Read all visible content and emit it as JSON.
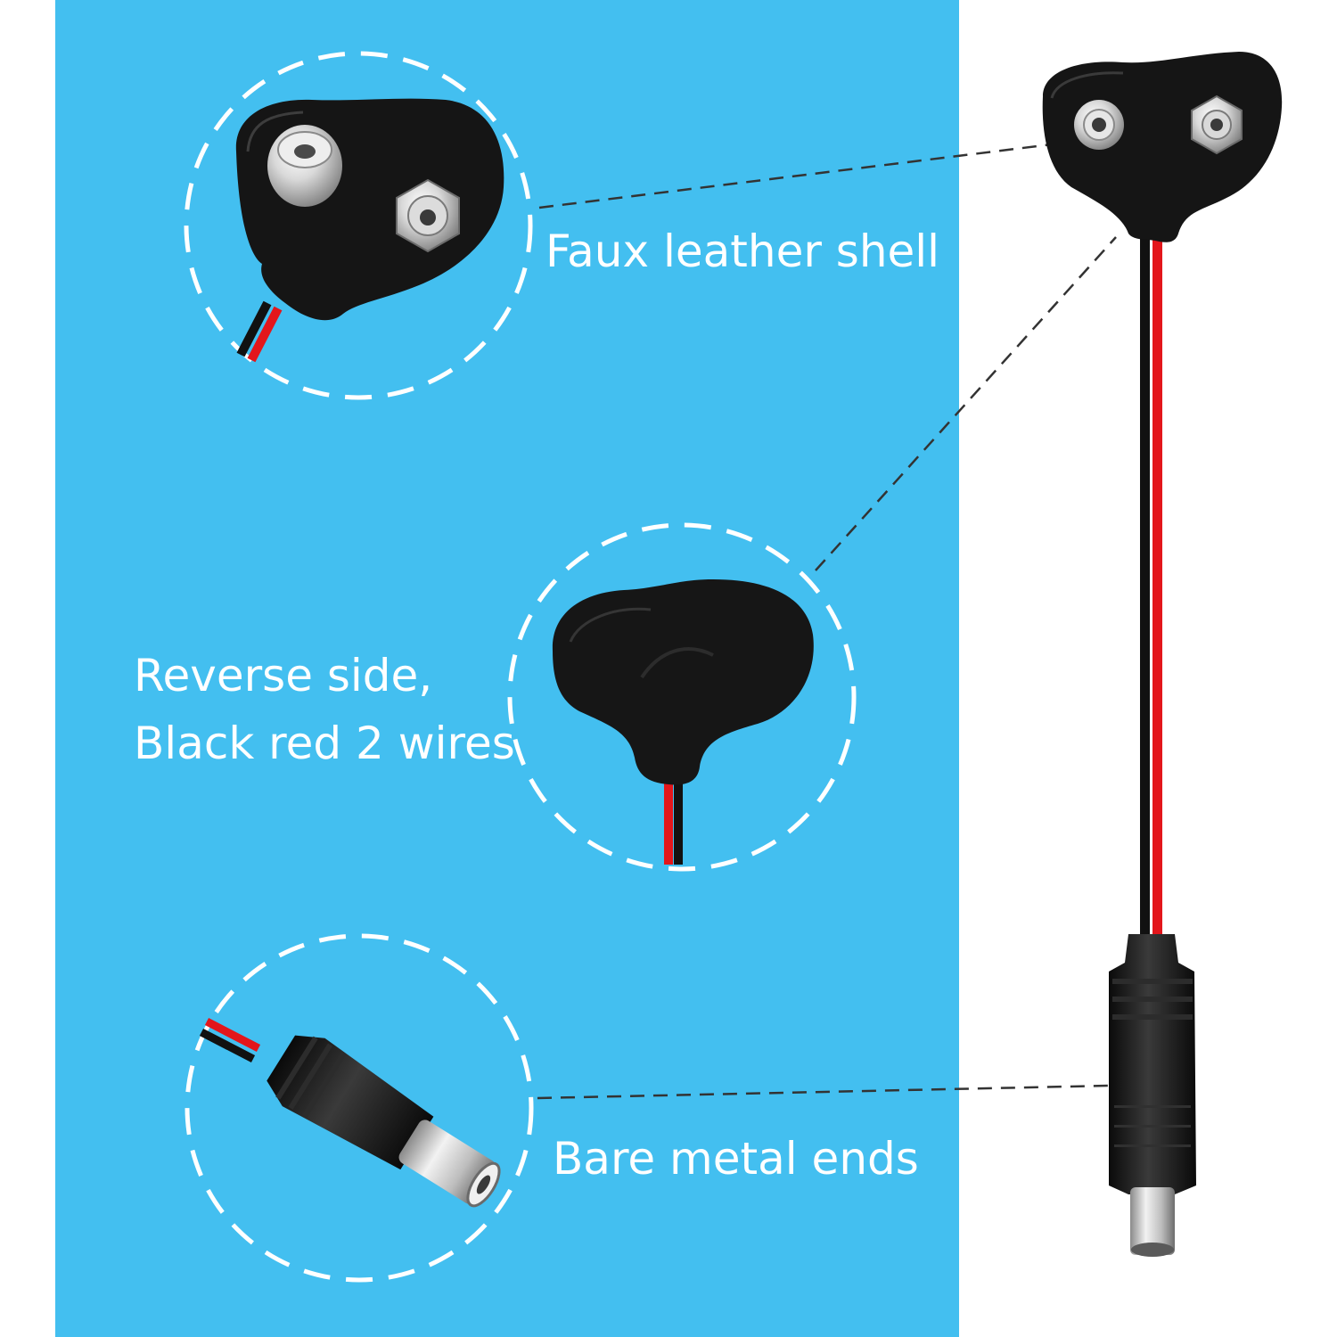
{
  "callouts": {
    "faux_leather_shell": "Faux leather shell",
    "reverse_side": {
      "line1": "Reverse side,",
      "line2": "Black red 2 wires"
    },
    "bare_metal_ends": "Bare metal ends"
  },
  "colors": {
    "panel_blue": "#43bff0",
    "background": "#ffffff",
    "shell_black": "#141414",
    "wire_red": "#e3161b",
    "metal": "#c9c9c9",
    "dash": "#ffffff",
    "leader_line": "#333333"
  },
  "icons": {
    "snap_connector": "battery-snap-icon",
    "dc_plug": "dc-barrel-plug-icon"
  }
}
